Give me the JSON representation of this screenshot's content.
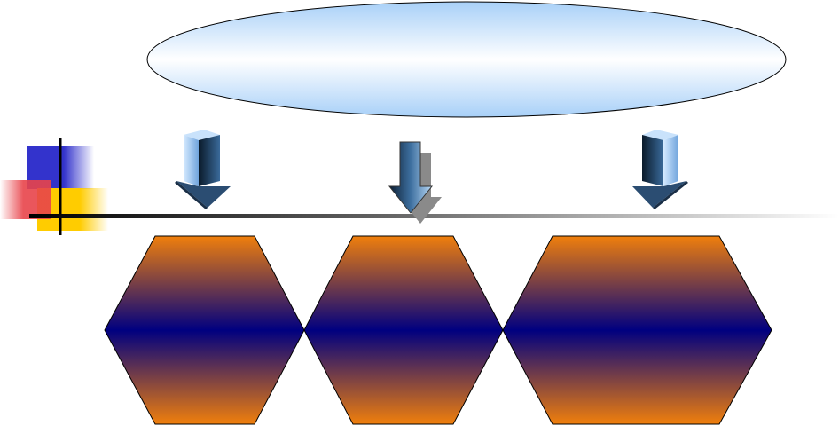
{
  "slide": {
    "background": "#ffffff",
    "oval": {
      "fill_top": "#ffffff",
      "fill_mid": "#b4d8fb",
      "stroke": "#000000"
    },
    "arrows": [
      {
        "name": "arrow-down-left-icon",
        "style": "3d-block"
      },
      {
        "name": "arrow-down-middle-icon",
        "style": "flat-with-shadow"
      },
      {
        "name": "arrow-down-right-icon",
        "style": "3d-block"
      }
    ],
    "timeline": {
      "color_start": "#000000",
      "color_end": "#ffffff"
    },
    "corner_decoration": {
      "blue": "#3333cc",
      "red": "#e8434a",
      "yellow": "#ffcc00"
    },
    "hexagons": {
      "count": 3,
      "edge_color": "#f07f0c",
      "center_color": "#000080",
      "stroke": "#000000"
    }
  }
}
